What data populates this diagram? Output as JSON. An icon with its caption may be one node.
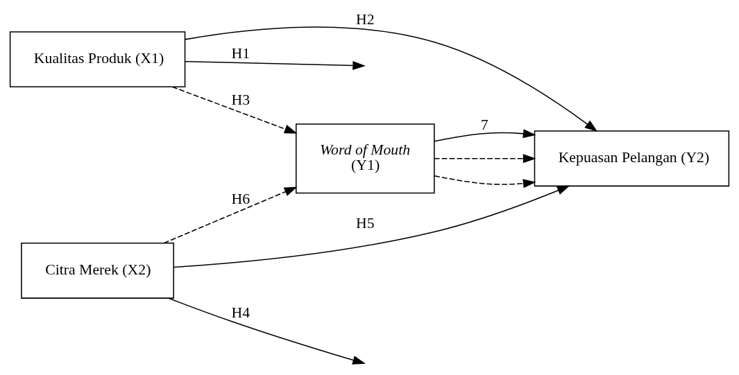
{
  "diagram": {
    "nodes": [
      {
        "text": [
          "Kualitas Produk (X1)"
        ]
      },
      {
        "text": [
          "Citra Merek (X2)"
        ]
      },
      {
        "text": [
          "Word of Mouth",
          "(Y1)"
        ]
      },
      {
        "text": [
          "Kepuasan Pelangan (Y2)"
        ]
      }
    ],
    "edges": [
      {
        "from": 0,
        "to": null,
        "arrow": "to",
        "label": "H1"
      },
      {
        "from": 0,
        "to": 3,
        "arrow": "to",
        "label": "H2"
      },
      {
        "from": 0,
        "to": 2,
        "arrow": "to",
        "label": "H3",
        "style": "dashed"
      },
      {
        "from": 1,
        "to": null,
        "arrow": "to",
        "label": "H4"
      },
      {
        "from": 1,
        "to": 3,
        "arrow": "to",
        "label": "H5"
      },
      {
        "from": 1,
        "to": 2,
        "arrow": "to",
        "label": "H6",
        "style": "dashed"
      },
      {
        "from": 2,
        "to": 3,
        "arrow": "to",
        "style": "dashed"
      },
      {
        "from": 2,
        "to": 3,
        "arrow": "to",
        "label": "7"
      },
      {
        "from": 2,
        "to": 3,
        "arrow": "to",
        "style": "dashed"
      }
    ]
  }
}
